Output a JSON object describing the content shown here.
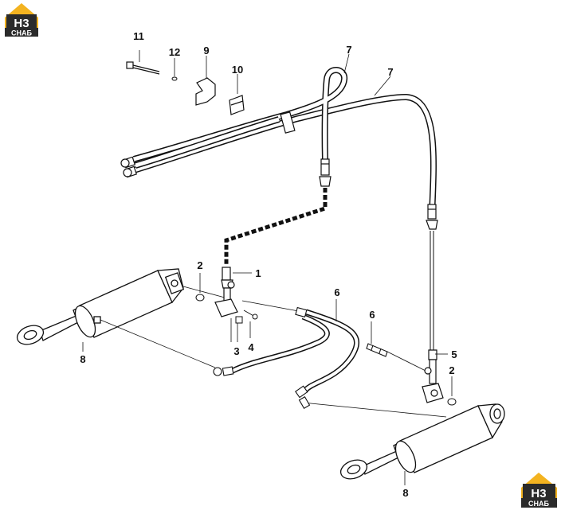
{
  "logo": {
    "main": "H3",
    "sub": "CHAБ",
    "color_dark": "#2b2b2b",
    "color_accent": "#f3b320"
  },
  "callouts": {
    "c1": "1",
    "c2a": "2",
    "c2b": "2",
    "c3": "3",
    "c4": "4",
    "c5": "5",
    "c6a": "6",
    "c6b": "6",
    "c7a": "7",
    "c7b": "7",
    "c8a": "8",
    "c8b": "8",
    "c9": "9",
    "c10": "10",
    "c11": "11",
    "c12": "12"
  }
}
